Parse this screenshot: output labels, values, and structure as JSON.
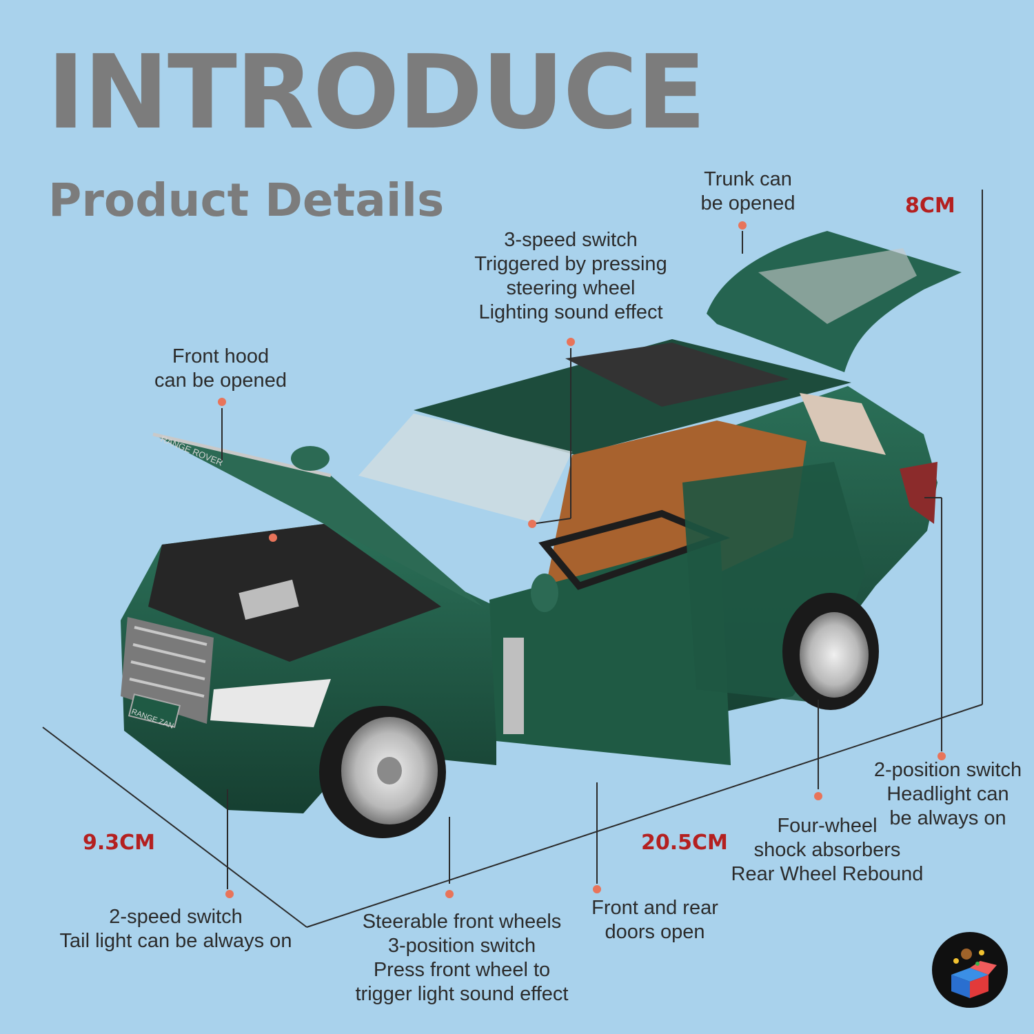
{
  "header": {
    "title": "INTRODUCE",
    "subtitle": "Product Details"
  },
  "callouts": {
    "trunk": [
      "Trunk can",
      "be opened"
    ],
    "steering": [
      "3-speed switch",
      "Triggered by pressing",
      "steering wheel",
      "Lighting sound effect"
    ],
    "hood": [
      "Front hood",
      "can be opened"
    ],
    "tail": [
      "2-speed switch",
      "Tail light can be always on"
    ],
    "front_wheels": [
      "Steerable front wheels",
      "3-position switch",
      "Press front wheel to",
      "trigger light sound effect"
    ],
    "doors": [
      "Front and rear",
      "doors open"
    ],
    "shock": [
      "Four-wheel",
      "shock absorbers",
      "Rear Wheel Rebound"
    ],
    "headlight": [
      "2-position switch",
      "Headlight can",
      "be always on"
    ]
  },
  "dimensions": {
    "height": "8CM",
    "width": "9.3CM",
    "length": "20.5CM"
  },
  "car": {
    "hood_text": "RANGE ROVER",
    "plate_text": "RANGE ZAN"
  },
  "colors": {
    "background": "#a9d2ec",
    "heading": "#7c7c7c",
    "dimension": "#b42020",
    "marker": "#e8745a",
    "body": "#1f5a44",
    "interior": "#a8622e"
  }
}
